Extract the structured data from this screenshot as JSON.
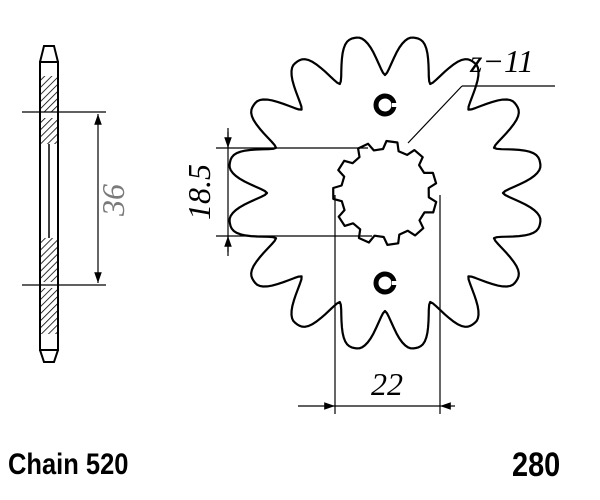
{
  "diagram": {
    "teeth_label": "z−11",
    "side_height_label": "36",
    "bore_height_label": "18.5",
    "spline_width_label": "22",
    "outer_teeth": 16,
    "inner_splines": 11
  },
  "footer": {
    "chain_label": "Chain 520",
    "part_number": "280"
  },
  "colors": {
    "ink": "#000000",
    "grey_dimension": "#7a7a7a",
    "background": "#ffffff"
  }
}
